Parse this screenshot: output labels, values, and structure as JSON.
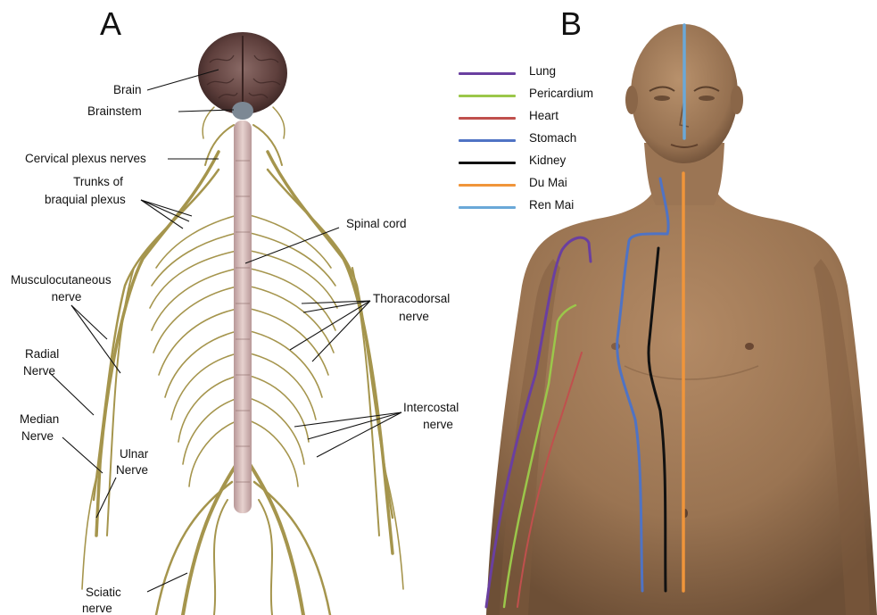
{
  "panels": {
    "a": {
      "letter": "A",
      "labels": {
        "brain": "Brain",
        "brainstem": "Brainstem",
        "cervical": "Cervical plexus nerves",
        "trunks_1": "Trunks of",
        "trunks_2": "braquial plexus",
        "spinal_cord": "Spinal cord",
        "musculo_1": "Musculocutaneous",
        "musculo_2": "nerve",
        "thoraco_1": "Thoracodorsal",
        "thoraco_2": "nerve",
        "radial_1": "Radial",
        "radial_2": "Nerve",
        "intercostal_1": "Intercostal",
        "intercostal_2": "nerve",
        "median_1": "Median",
        "median_2": "Nerve",
        "ulnar_1": "Ulnar",
        "ulnar_2": "Nerve",
        "sciatic_1": "Sciatic",
        "sciatic_2": "nerve"
      }
    },
    "b": {
      "letter": "B",
      "legend": [
        {
          "label": "Lung",
          "color": "#6a3fa0"
        },
        {
          "label": "Pericardium",
          "color": "#9bc74a"
        },
        {
          "label": "Heart",
          "color": "#c0504d"
        },
        {
          "label": "Stomach",
          "color": "#4f73c4"
        },
        {
          "label": "Kidney",
          "color": "#111111"
        },
        {
          "label": "Du Mai",
          "color": "#f0953a"
        },
        {
          "label": "Ren Mai",
          "color": "#6aa8d8"
        }
      ]
    }
  }
}
